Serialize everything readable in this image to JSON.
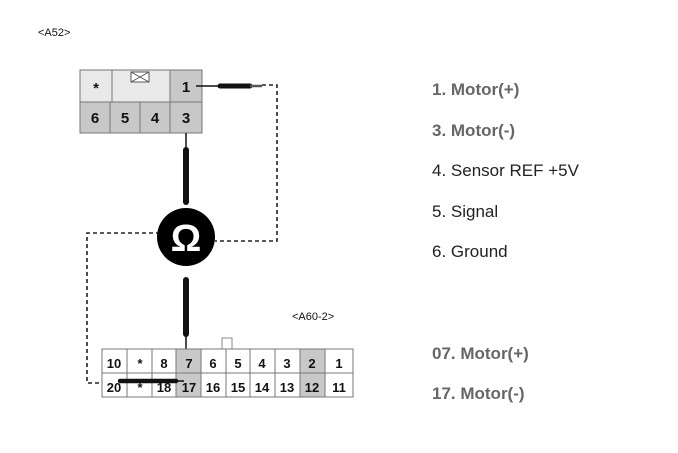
{
  "connectors": {
    "a52": {
      "name": "<A52>",
      "top_row": [
        "*",
        "",
        "1"
      ],
      "bottom_row": [
        "6",
        "5",
        "4",
        "3"
      ]
    },
    "a60": {
      "name": "<A60-2>",
      "top_row": [
        "10",
        "*",
        "8",
        "7",
        "6",
        "5",
        "4",
        "3",
        "2",
        "1"
      ],
      "bottom_row": [
        "20",
        "*",
        "18",
        "17",
        "16",
        "15",
        "14",
        "13",
        "12",
        "11"
      ]
    }
  },
  "meter": {
    "symbol": "Ω"
  },
  "a52_pins": [
    {
      "text": "1. Motor(+)"
    },
    {
      "text": "3. Motor(-)"
    },
    {
      "text": "4. Sensor REF +5V"
    },
    {
      "text": "5. Signal"
    },
    {
      "text": "6. Ground"
    }
  ],
  "a60_pins": [
    {
      "text": "07. Motor(+)"
    },
    {
      "text": "17. Motor(-)"
    }
  ],
  "colors": {
    "cell_gray": "#c8c8c8",
    "cell_light": "#e9e9e9",
    "wire": "#111111",
    "label_gray": "#666666"
  }
}
